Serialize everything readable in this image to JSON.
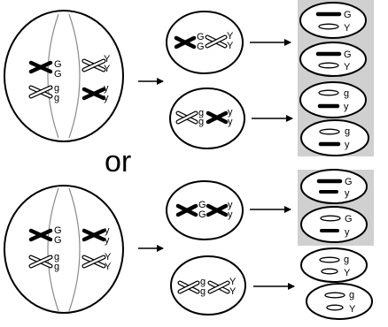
{
  "or_label": "or",
  "colors": {
    "outline": "#000000",
    "dark_chromosome": "#303030",
    "light_chromosome": "#ffffff",
    "gamete_panel": "#d0d0d0",
    "spindle": "#8a8a8a"
  },
  "top": {
    "parent_cell": {
      "row1": [
        "G",
        "G",
        "Y",
        "Y"
      ],
      "row2": [
        "g",
        "g",
        "y",
        "y"
      ]
    },
    "daughter_1": {
      "pairs": [
        "G",
        "G",
        "Y",
        "Y"
      ]
    },
    "daughter_2": {
      "pairs": [
        "g",
        "g",
        "y",
        "y"
      ]
    },
    "gametes": [
      {
        "alleles": [
          "G",
          "Y"
        ]
      },
      {
        "alleles": [
          "G",
          "Y"
        ]
      },
      {
        "alleles": [
          "g",
          "y"
        ]
      },
      {
        "alleles": [
          "g",
          "y"
        ]
      }
    ]
  },
  "bottom": {
    "parent_cell": {
      "row1": [
        "G",
        "G",
        "y",
        "y"
      ],
      "row2": [
        "g",
        "g",
        "Y",
        "Y"
      ]
    },
    "daughter_1": {
      "pairs": [
        "G",
        "G",
        "y",
        "y"
      ]
    },
    "daughter_2": {
      "pairs": [
        "g",
        "g",
        "Y",
        "Y"
      ]
    },
    "gametes": [
      {
        "alleles": [
          "G",
          "y"
        ]
      },
      {
        "alleles": [
          "G",
          "y"
        ]
      },
      {
        "alleles": [
          "g",
          "Y"
        ]
      },
      {
        "alleles": [
          "g",
          "Y"
        ]
      }
    ]
  }
}
